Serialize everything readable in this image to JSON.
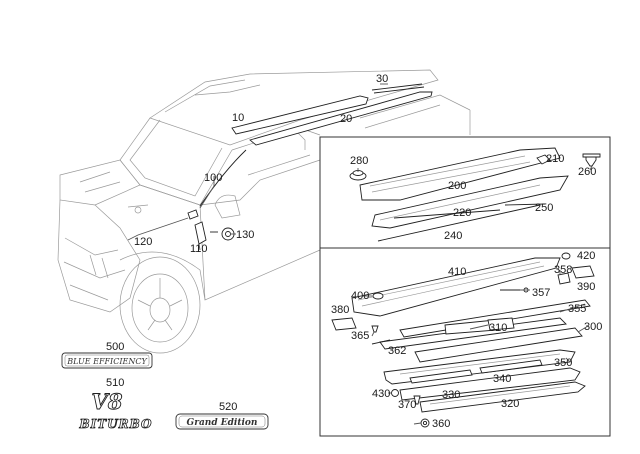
{
  "callouts": {
    "c10": "10",
    "c20": "20",
    "c30": "30",
    "c100": "100",
    "c110": "110",
    "c120": "120",
    "c130": "130",
    "c200": "200",
    "c210": "210",
    "c220": "220",
    "c240": "240",
    "c250": "250",
    "c260": "260",
    "c280": "280",
    "c300": "300",
    "c310": "310",
    "c320": "320",
    "c330": "330",
    "c340": "340",
    "c350": "350",
    "c355": "355",
    "c357": "357",
    "c358": "358",
    "c360": "360",
    "c362": "362",
    "c365": "365",
    "c370": "370",
    "c380": "380",
    "c390": "390",
    "c400": "400",
    "c410": "410",
    "c420": "420",
    "c430": "430",
    "c500": "500",
    "c510": "510",
    "c520": "520"
  },
  "badges": {
    "blue_efficiency": "BLUE EFFICIENCY",
    "v8": "V8",
    "biturbo": "BITURBO",
    "grand_edition": "Grand Edition"
  }
}
